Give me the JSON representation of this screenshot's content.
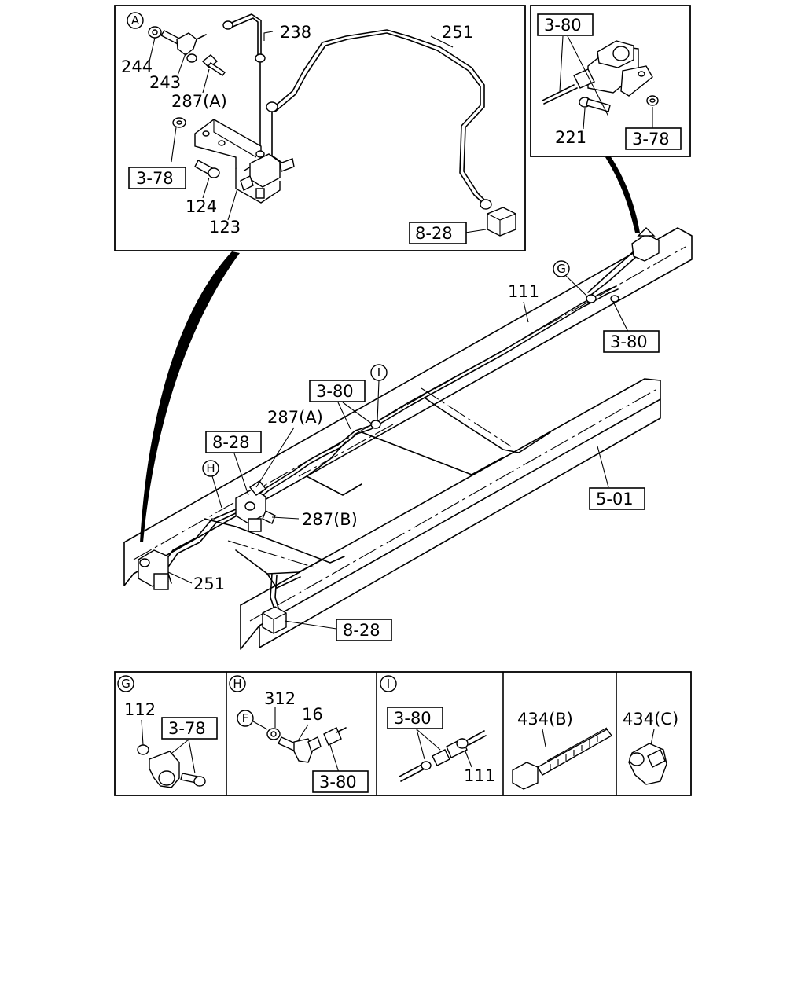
{
  "detail_A": {
    "marker": "A",
    "labels": {
      "p244": "244",
      "p243": "243",
      "p287a": "287(A)",
      "p238": "238",
      "p251": "251",
      "p124": "124",
      "p123": "123",
      "ref_378": "3-78",
      "ref_828": "8-28"
    }
  },
  "detail_top_right": {
    "labels": {
      "ref_380": "3-80",
      "p221": "221",
      "ref_378": "3-78"
    }
  },
  "main": {
    "markers": {
      "G": "G",
      "H": "H",
      "I": "I"
    },
    "labels": {
      "p111": "111",
      "ref_380_right": "3-80",
      "ref_380_center": "3-80",
      "p287a": "287(A)",
      "ref_828_left": "8-28",
      "p287b": "287(B)",
      "ref_501": "5-01",
      "p251": "251",
      "ref_828_bottom": "8-28"
    }
  },
  "bottom_panels": {
    "G": {
      "marker": "G",
      "p112": "112",
      "ref_378": "3-78"
    },
    "H": {
      "marker": "H",
      "sub_marker": "F",
      "p312": "312",
      "p16": "16",
      "ref_380": "3-80"
    },
    "I": {
      "marker": "I",
      "ref_380": "3-80",
      "p111": "111"
    },
    "clip_b": {
      "p434b": "434(B)"
    },
    "clip_c": {
      "p434c": "434(C)"
    }
  }
}
